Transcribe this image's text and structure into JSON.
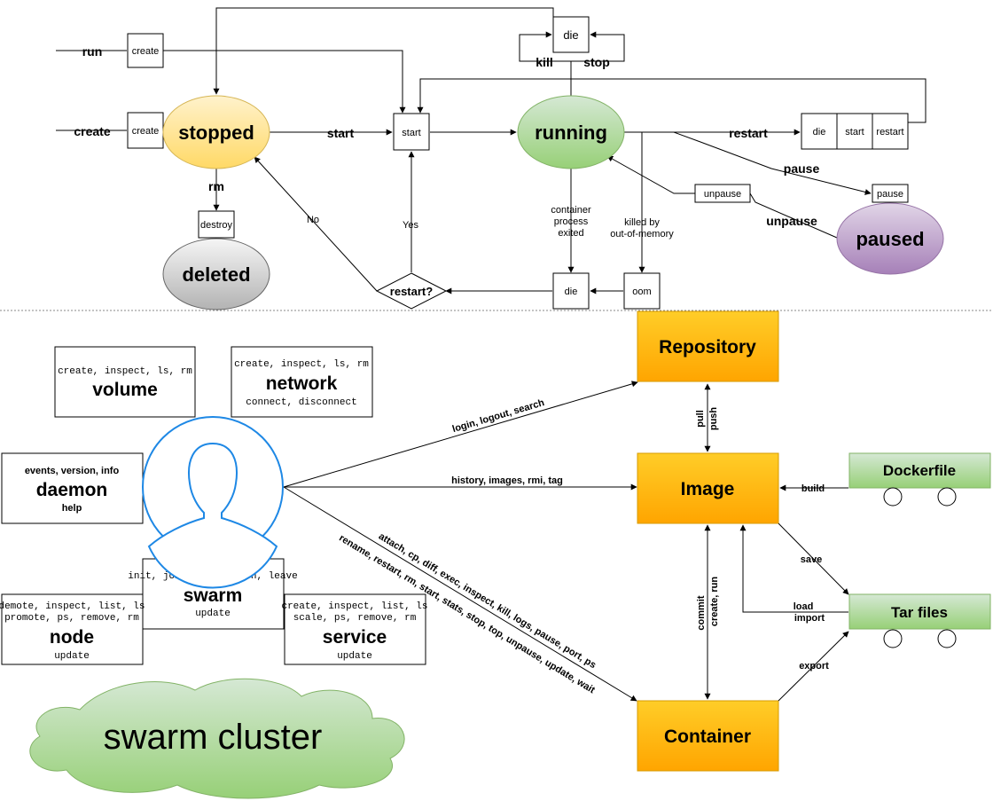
{
  "lifecycle": {
    "states": {
      "stopped": "stopped",
      "running": "running",
      "paused": "paused",
      "deleted": "deleted"
    },
    "boxes": {
      "create_run": "create",
      "create_create": "create",
      "start": "start",
      "die_top": "die",
      "die_bottom": "die",
      "oom": "oom",
      "destroy": "destroy",
      "restart_die": "die",
      "restart_start": "start",
      "restart_restart": "restart",
      "pause": "pause",
      "unpause": "unpause",
      "restart_decision": "restart?"
    },
    "labels": {
      "run": "run",
      "create": "create",
      "start": "start",
      "kill": "kill",
      "stop": "stop",
      "rm": "rm",
      "restart": "restart",
      "pause": "pause",
      "unpause": "unpause",
      "no": "No",
      "yes": "Yes",
      "exited_1": "container",
      "exited_2": "process",
      "exited_3": "exited",
      "oom_1": "killed by",
      "oom_2": "out-of-memory"
    }
  },
  "commands": {
    "volume": {
      "title": "volume",
      "top": "create, inspect, ls, rm"
    },
    "network": {
      "title": "network",
      "top": "create, inspect, ls, rm",
      "bottom": "connect, disconnect"
    },
    "daemon": {
      "title": "daemon",
      "top": "events, version, info",
      "bottom": "help"
    },
    "swarm": {
      "title": "swarm",
      "top": "init, join, join-token, leave",
      "bottom": "update"
    },
    "node": {
      "title": "node",
      "top1": "demote, inspect, list, ls",
      "top2": "promote, ps, remove, rm",
      "bottom": "update"
    },
    "service": {
      "title": "service",
      "top1": "create, inspect, list, ls",
      "top2": "scale, ps, remove, rm",
      "bottom": "update"
    }
  },
  "cloud": "swarm cluster",
  "artifacts": {
    "repository": "Repository",
    "image": "Image",
    "container": "Container",
    "dockerfile": "Dockerfile",
    "tarfiles": "Tar files"
  },
  "edges": {
    "login": "login, logout, search",
    "history": "history, images, rmi, tag",
    "attach": "attach, cp, diff, exec, inspect, kill, logs, pause, port, ps",
    "rename": "rename, restart, rm, start, stats, stop, top, unpause, update, wait",
    "pull": "pull",
    "push": "push",
    "commit": "commit",
    "create_run": "create, run",
    "build": "build",
    "save": "save",
    "load": "load",
    "import": "import",
    "export": "export"
  },
  "colors": {
    "stopped": "#ffd966",
    "running": "#97d077",
    "paused": "#a680b8",
    "deleted": "#bdbdbd",
    "orange": "#ffb400",
    "green_box": "#a9dc8d",
    "cloud": "#b9e0a5",
    "user": "#1e88e5"
  }
}
